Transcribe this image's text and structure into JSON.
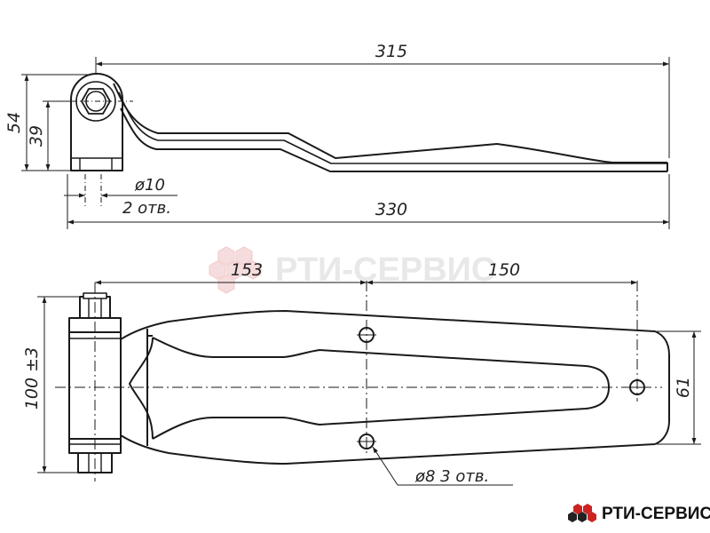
{
  "dimensions": {
    "length_top": "315",
    "length_bottom": "330",
    "height_54": "54",
    "height_39": "39",
    "hole_side": "ø10",
    "hole_side_count": "2 отв.",
    "dist_153": "153",
    "dist_150": "150",
    "height_100": "100 ±3",
    "width_61": "61",
    "hole_plan": "ø8  3 отв."
  },
  "watermark": {
    "text": "РТИ-СЕРВИС"
  },
  "brand": {
    "name": "РТИ-СЕРВИС"
  },
  "colors": {
    "line": "#1a1a1a",
    "watermark": "#e6e6e6",
    "watermark_hex": "#f3d4d4",
    "logo_hex": "#d42a2a"
  }
}
